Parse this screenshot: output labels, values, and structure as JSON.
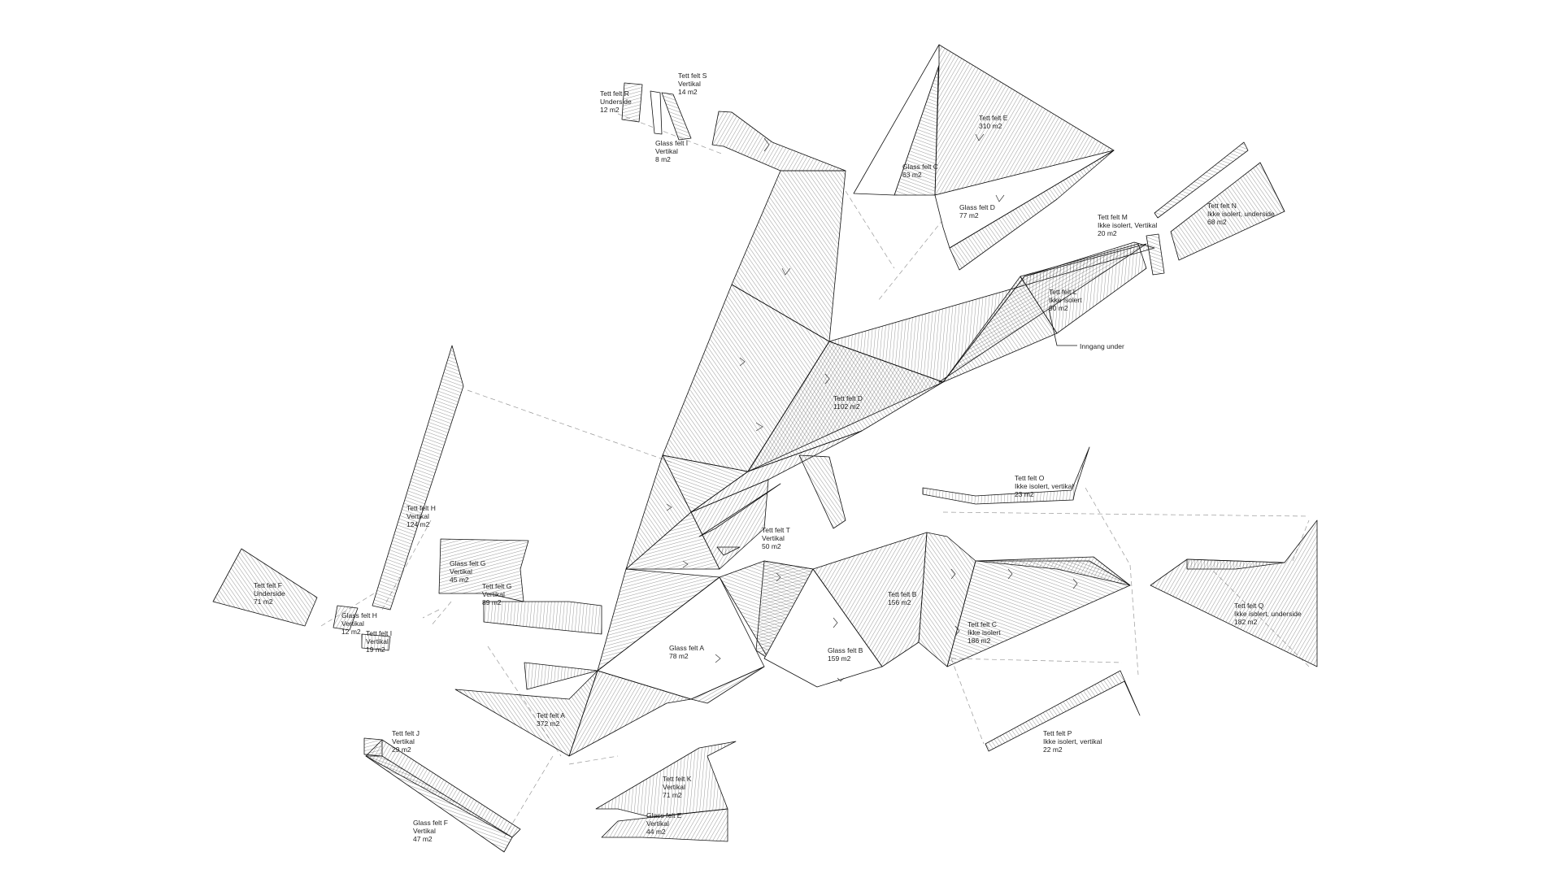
{
  "labels": [
    {
      "id": "tett-r",
      "lines": [
        "Tett felt R",
        "Underside",
        "12 m2"
      ]
    },
    {
      "id": "tett-s",
      "lines": [
        "Tett felt S",
        "Vertikal",
        "14 m2"
      ]
    },
    {
      "id": "glass-i",
      "lines": [
        "Glass felt I",
        "Vertikal",
        "8 m2"
      ]
    },
    {
      "id": "tett-e",
      "lines": [
        "Tett felt E",
        "310 m2"
      ]
    },
    {
      "id": "glass-c",
      "lines": [
        "Glass felt C",
        "63 m2"
      ]
    },
    {
      "id": "glass-d",
      "lines": [
        "Glass felt D",
        "77 m2"
      ]
    },
    {
      "id": "tett-m",
      "lines": [
        "Tett felt M",
        "Ikke isolert, Vertikal",
        "20 m2"
      ]
    },
    {
      "id": "tett-n",
      "lines": [
        "Tett felt N",
        "Ikke isolert, underside",
        "68 m2"
      ]
    },
    {
      "id": "tett-l",
      "lines": [
        "Tett felt L",
        "Ikke isolert",
        "90 m2"
      ]
    },
    {
      "id": "inngang",
      "lines": [
        "Inngang under"
      ]
    },
    {
      "id": "tett-d",
      "lines": [
        "Tett felt D",
        "1102 m2"
      ]
    },
    {
      "id": "tett-h",
      "lines": [
        "Tett felt H",
        "Vertikal",
        "124 m2"
      ]
    },
    {
      "id": "tett-o",
      "lines": [
        "Tett felt O",
        "Ikke isolert, vertikal",
        "23 m2"
      ]
    },
    {
      "id": "tett-t",
      "lines": [
        "Tett felt T",
        "Vertikal",
        "50 m2"
      ]
    },
    {
      "id": "glass-g",
      "lines": [
        "Glass felt G",
        "Vertikal",
        "45 m2"
      ]
    },
    {
      "id": "tett-g",
      "lines": [
        "Tett felt G",
        "Vertikal",
        "89 m2"
      ]
    },
    {
      "id": "tett-f",
      "lines": [
        "Tett felt F",
        "Underside",
        "71 m2"
      ]
    },
    {
      "id": "glass-h",
      "lines": [
        "Glass felt H",
        "Vertikal",
        "12 m2"
      ]
    },
    {
      "id": "tett-i",
      "lines": [
        "Tett felt I",
        "Vertikal",
        "19 m2"
      ]
    },
    {
      "id": "glass-a",
      "lines": [
        "Glass felt A",
        "78 m2"
      ]
    },
    {
      "id": "glass-b",
      "lines": [
        "Glass felt B",
        "159 m2"
      ]
    },
    {
      "id": "tett-b",
      "lines": [
        "Tett felt B",
        "156 m2"
      ]
    },
    {
      "id": "tett-c",
      "lines": [
        "Tett felt C",
        "Ikke isolert",
        "186 m2"
      ]
    },
    {
      "id": "tett-q",
      "lines": [
        "Tett felt Q",
        "Ikke isolert, underside",
        "182 m2"
      ]
    },
    {
      "id": "tett-a",
      "lines": [
        "Tett felt A",
        "372 m2"
      ]
    },
    {
      "id": "tett-j",
      "lines": [
        "Tett felt J",
        "Vertikal",
        "29 m2"
      ]
    },
    {
      "id": "tett-k",
      "lines": [
        "Tett felt K",
        "Vertikal",
        "71 m2"
      ]
    },
    {
      "id": "glass-e",
      "lines": [
        "Glass felt E",
        "Vertikal",
        "44 m2"
      ]
    },
    {
      "id": "glass-f",
      "lines": [
        "Glass felt F",
        "Vertikal",
        "47 m2"
      ]
    },
    {
      "id": "tett-p",
      "lines": [
        "Tett felt P",
        "Ikke isolert, vertikal",
        "22 m2"
      ]
    }
  ],
  "colors": {
    "line": "#111111",
    "hatch": "#444444",
    "guide": "#999999",
    "background": "#ffffff"
  }
}
